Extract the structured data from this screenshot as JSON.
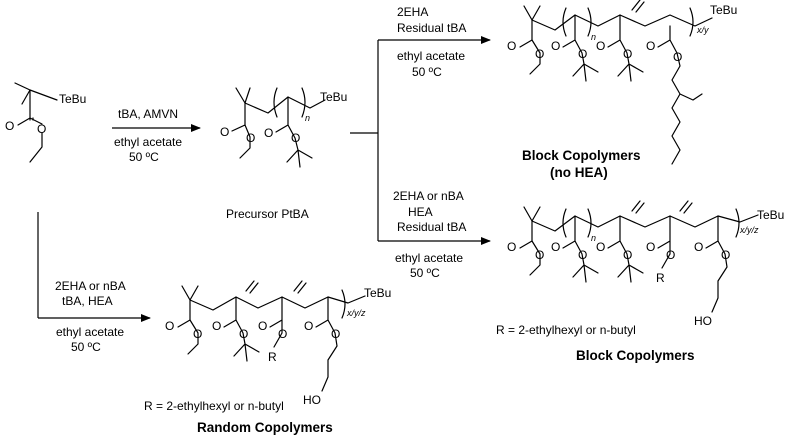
{
  "arrow1": {
    "reagents": "tBA, AMVN",
    "solvent": "ethyl acetate",
    "temperature": "50 ºC"
  },
  "arrow_block_nohea": {
    "reagents_1": "2EHA",
    "reagents_2": "Residual tBA",
    "solvent": "ethyl acetate",
    "temperature": "50 ºC"
  },
  "arrow_block": {
    "reagents_1": "2EHA or nBA",
    "reagents_2": "HEA",
    "reagents_3": "Residual tBA",
    "solvent": "ethyl acetate",
    "temperature": "50 ºC"
  },
  "arrow_random": {
    "reagents_1": "2EHA or nBA",
    "reagents_2": "tBA, HEA",
    "solvent": "ethyl acetate",
    "temperature": "50 ºC"
  },
  "atoms": {
    "O": "O",
    "R": "R",
    "HO": "HO",
    "TeBu": "TeBu"
  },
  "subscripts": {
    "n": "n",
    "xy": "x/y",
    "xyz": "x/y/z"
  },
  "labels": {
    "precursor": "Precursor PtBA",
    "block_nohea_1": "Block Copolymers",
    "block_nohea_2": "(no HEA)",
    "block": "Block Copolymers",
    "random": "Random Copolymers",
    "r_def_block": "R = 2-ethylhexyl or n-butyl",
    "r_def_random": "R = 2-ethylhexyl or n-butyl"
  }
}
